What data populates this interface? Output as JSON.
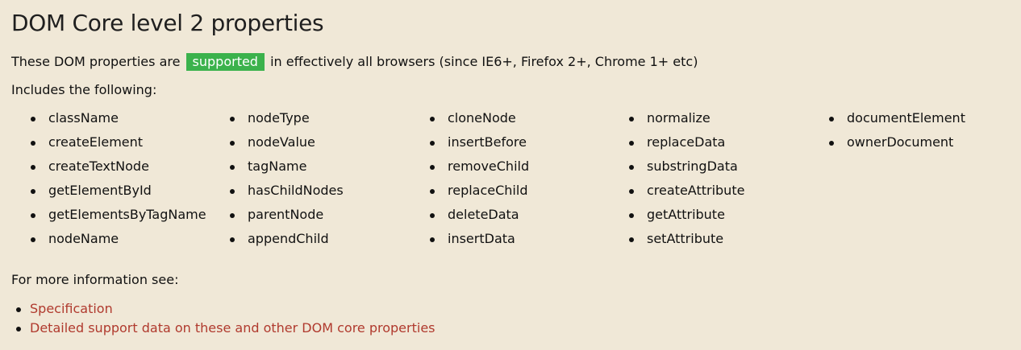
{
  "title": "DOM Core level 2 properties",
  "intro": {
    "before": "These DOM properties are",
    "badge": "supported",
    "after": "in effectively all browsers (since IE6+, Firefox 2+, Chrome 1+ etc)"
  },
  "includes_label": "Includes the following:",
  "columns": [
    [
      "className",
      "createElement",
      "createTextNode",
      "getElementById",
      "getElementsByTagName",
      "nodeName"
    ],
    [
      "nodeType",
      "nodeValue",
      "tagName",
      "hasChildNodes",
      "parentNode",
      "appendChild"
    ],
    [
      "cloneNode",
      "insertBefore",
      "removeChild",
      "replaceChild",
      "deleteData",
      "insertData"
    ],
    [
      "normalize",
      "replaceData",
      "substringData",
      "createAttribute",
      "getAttribute",
      "setAttribute"
    ],
    [
      "documentElement",
      "ownerDocument"
    ]
  ],
  "more_info_label": "For more information see:",
  "links": [
    {
      "label": "Specification"
    },
    {
      "label": "Detailed support data on these and other DOM core properties"
    }
  ],
  "colors": {
    "background": "#f0e8d7",
    "badge": "#3bb24c",
    "link": "#b03a2e"
  }
}
